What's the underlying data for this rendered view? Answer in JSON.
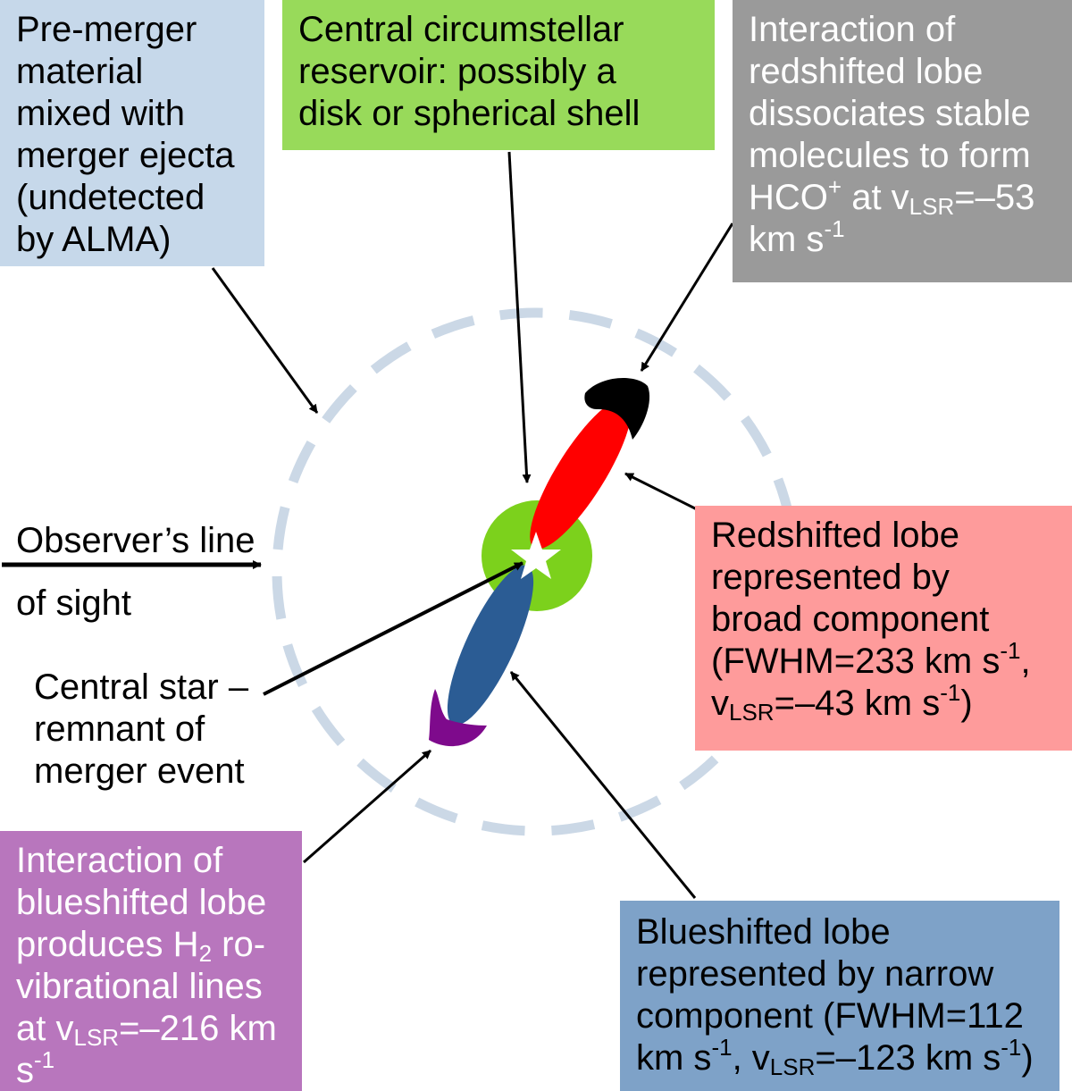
{
  "colors": {
    "box_blue_light": "#c6d8ea",
    "box_green": "#98da5a",
    "box_gray": "#9a9a9a",
    "box_red": "#fe9b9b",
    "box_purple": "#b876bd",
    "box_blue": "#7ea2c8",
    "dashed_circle": "#cbd8e6",
    "reservoir_green": "#7cd11c",
    "red_lobe": "#ff0000",
    "blue_lobe": "#2b5c94",
    "purple_cap": "#7e0a8c",
    "black_cap": "#000000"
  },
  "labels": {
    "pre_merger": [
      "Pre-merger",
      "material",
      "mixed with",
      "merger ejecta",
      "(undetected",
      "by ALMA)"
    ],
    "reservoir": [
      "Central circumstellar",
      "reservoir: possibly a",
      "disk or spherical shell"
    ],
    "red_interaction": {
      "lines": [
        "Interaction of",
        "redshifted lobe",
        "dissociates stable",
        "molecules to form"
      ],
      "l5_a": "HCO",
      "l5_sup": "+",
      "l5_b": " at v",
      "l5_sub": "LSR",
      "l5_c": "=–53",
      "l6_a": "km s",
      "l6_sup": "-1"
    },
    "line_of_sight": [
      "Observer’s line",
      "of sight"
    ],
    "central_star": [
      "Central star –",
      "remnant of",
      "merger event"
    ],
    "red_lobe": {
      "lines": [
        "Redshifted lobe",
        "represented by",
        "broad component"
      ],
      "l4_a": "(FWHM=233 km s",
      "l4_sup": "-1",
      "l4_b": ",",
      "l5_a": "v",
      "l5_sub": "LSR",
      "l5_b": "=–43 km s",
      "l5_sup": "-1",
      "l5_c": ")"
    },
    "blue_interaction": {
      "l1": "Interaction of",
      "l2": "blueshifted lobe",
      "l3_a": "produces H",
      "l3_sub": "2",
      "l3_b": " ro-",
      "l4": "vibrational lines",
      "l5_a": "at v",
      "l5_sub": "LSR",
      "l5_b": "=–216 km",
      "l6_a": "s",
      "l6_sup": "-1"
    },
    "blue_lobe": {
      "lines": [
        "Blueshifted lobe",
        "represented by narrow"
      ],
      "l3_a": "component (FWHM=112",
      "l4_a": "km s",
      "l4_sup": "-1",
      "l4_b": ", v",
      "l4_sub": "LSR",
      "l4_c": "=–123 km s",
      "l4_sup2": "-1",
      "l4_d": ")"
    }
  }
}
